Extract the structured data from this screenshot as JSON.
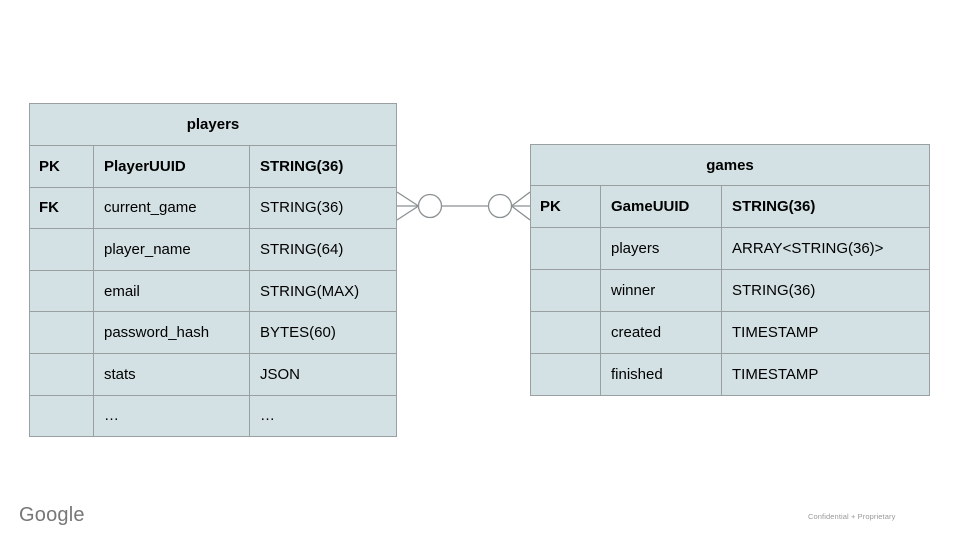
{
  "slide": {
    "footer": {
      "brand": "Google",
      "note": "Confidential + Proprietary"
    }
  },
  "colors": {
    "table_fill": "#d4e1e4",
    "table_border": "#9aa0a1",
    "text": "#000000",
    "connector_stroke": "#8b9193",
    "brand_text": "#777777",
    "footer_text": "#999999"
  },
  "diagram": {
    "tables": [
      {
        "id": "players",
        "title": "players",
        "columns": [
          "key",
          "name",
          "type"
        ],
        "rows": [
          {
            "key": "PK",
            "name": "PlayerUUID",
            "type": "STRING(36)",
            "bold": true
          },
          {
            "key": "FK",
            "name": "current_game",
            "type": "STRING(36)"
          },
          {
            "key": "",
            "name": "player_name",
            "type": "STRING(64)"
          },
          {
            "key": "",
            "name": "email",
            "type": "STRING(MAX)"
          },
          {
            "key": "",
            "name": "password_hash",
            "type": "BYTES(60)"
          },
          {
            "key": "",
            "name": "stats",
            "type": "JSON"
          },
          {
            "key": "",
            "name": "…",
            "type": "…"
          }
        ]
      },
      {
        "id": "games",
        "title": "games",
        "columns": [
          "key",
          "name",
          "type"
        ],
        "rows": [
          {
            "key": "PK",
            "name": "GameUUID",
            "type": "STRING(36)",
            "bold": true
          },
          {
            "key": "",
            "name": "players",
            "type": "ARRAY<STRING(36)>"
          },
          {
            "key": "",
            "name": "winner",
            "type": "STRING(36)"
          },
          {
            "key": "",
            "name": "created",
            "type": "TIMESTAMP"
          },
          {
            "key": "",
            "name": "finished",
            "type": "TIMESTAMP"
          }
        ]
      }
    ],
    "relationship": {
      "notation": "crow's foot",
      "connects": [
        "players",
        "games"
      ],
      "left_end_symbol": "many-zero",
      "right_end_symbol": "zero-many"
    }
  }
}
